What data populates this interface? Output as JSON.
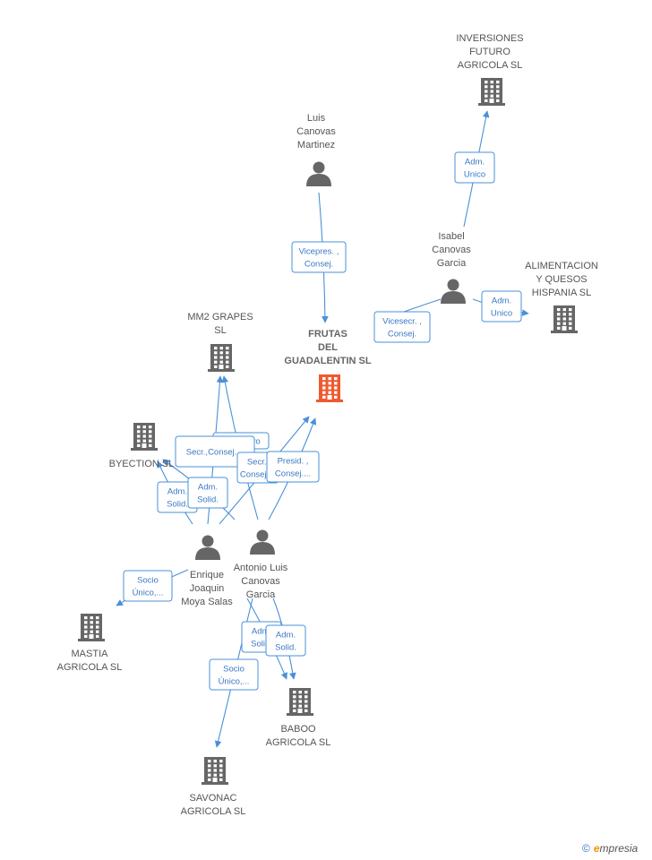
{
  "colors": {
    "edge": "#4a90d9",
    "person": "#666666",
    "company": "#666666",
    "focus": "#ee5a2f"
  },
  "nodes": [
    {
      "id": "inversiones",
      "type": "company",
      "lines": [
        "INVERSIONES",
        "FUTURO",
        "AGRICOLA SL"
      ]
    },
    {
      "id": "luis",
      "type": "person",
      "lines": [
        "Luis",
        "Canovas",
        "Martinez"
      ]
    },
    {
      "id": "isabel",
      "type": "person",
      "lines": [
        "Isabel",
        "Canovas",
        "Garcia"
      ]
    },
    {
      "id": "alimentacion",
      "type": "company",
      "lines": [
        "ALIMENTACION",
        "Y QUESOS",
        "HISPANIA SL"
      ]
    },
    {
      "id": "mm2",
      "type": "company",
      "lines": [
        "MM2 GRAPES",
        "SL"
      ]
    },
    {
      "id": "frutas",
      "type": "company",
      "focus": true,
      "lines": [
        "FRUTAS",
        "DEL",
        "GUADALENTIN SL"
      ]
    },
    {
      "id": "byection",
      "type": "company",
      "lines": [
        "BYECTION SL"
      ]
    },
    {
      "id": "enrique",
      "type": "person",
      "lines": [
        "Enrique",
        "Joaquin",
        "Moya Salas"
      ]
    },
    {
      "id": "antonio",
      "type": "person",
      "lines": [
        "Antonio Luis",
        "Canovas",
        "Garcia"
      ]
    },
    {
      "id": "mastia",
      "type": "company",
      "lines": [
        "MASTIA",
        "AGRICOLA SL"
      ]
    },
    {
      "id": "baboo",
      "type": "company",
      "lines": [
        "BABOO",
        "AGRICOLA SL"
      ]
    },
    {
      "id": "savonac",
      "type": "company",
      "lines": [
        "SAVONAC",
        "AGRICOLA SL"
      ]
    }
  ],
  "edges": [
    {
      "from": "isabel",
      "to": "inversiones",
      "label": [
        "Adm.",
        "Unico"
      ]
    },
    {
      "from": "luis",
      "to": "frutas",
      "label": [
        "Vicepres. ,",
        "Consej."
      ]
    },
    {
      "from": "isabel",
      "to": "frutas",
      "label": [
        "Vicesecr. ,",
        "Consej."
      ]
    },
    {
      "from": "isabel",
      "to": "alimentacion",
      "label": [
        "Adm.",
        "Unico"
      ]
    },
    {
      "from": "enrique",
      "to": "mm2",
      "label": [
        "Consejero"
      ]
    },
    {
      "from": "antonio",
      "to": "mm2",
      "label": [
        "Secr.,Consej...."
      ]
    },
    {
      "from": "enrique",
      "to": "frutas",
      "label": [
        "Secr.,",
        "Consej...."
      ]
    },
    {
      "from": "antonio",
      "to": "frutas",
      "label": [
        "Presid. ,",
        "Consej...."
      ]
    },
    {
      "from": "enrique",
      "to": "byection",
      "label": [
        "Adm.",
        "Solid."
      ]
    },
    {
      "from": "antonio",
      "to": "byection",
      "label": [
        "Adm.",
        "Solid."
      ]
    },
    {
      "from": "enrique",
      "to": "mastia",
      "label": [
        "Socio",
        "Único,..."
      ]
    },
    {
      "from": "enrique",
      "to": "baboo",
      "label": [
        "Adm.",
        "Solid."
      ]
    },
    {
      "from": "antonio",
      "to": "baboo",
      "label": [
        "Adm.",
        "Solid."
      ]
    },
    {
      "from": "antonio",
      "to": "savonac",
      "label": [
        "Socio",
        "Único,..."
      ]
    }
  ],
  "brand": {
    "copyright": "©",
    "initial": "e",
    "name": "mpresia"
  }
}
